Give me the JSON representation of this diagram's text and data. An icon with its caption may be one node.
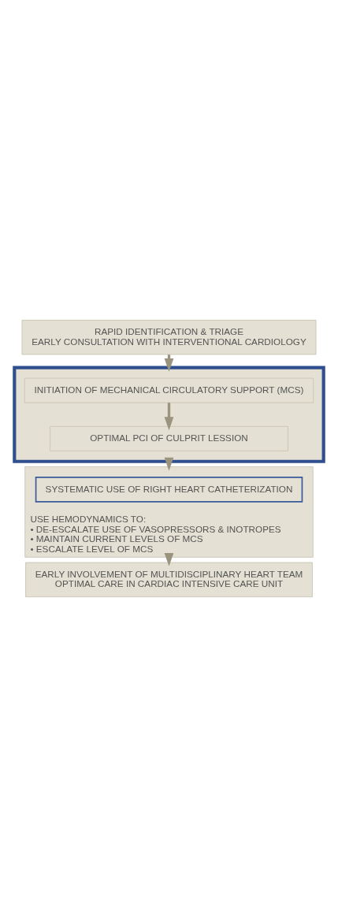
{
  "diagram": {
    "nodes": [
      {
        "text": [
          "RAPID IDENTIFICATION & TRIAGE",
          "EARLY CONSULTATION WITH INTERVENTIONAL CARDIOLOGY"
        ]
      },
      {
        "text": [],
        "shape": "box"
      },
      {
        "text": [
          "INITIATION OF MECHANICAL CIRCULATORY SUPPORT (MCS)"
        ],
        "in": 1
      },
      {
        "text": [
          "OPTIMAL PCI OF CULPRIT LESSION"
        ],
        "in": 1
      },
      {
        "text": [
          "USE HEMODYNAMICS TO:",
          "• DE-ESCALATE USE OF VASOPRESSORS & INOTROPES",
          "• MAINTAIN CURRENT LEVELS OF MCS",
          "• ESCALATE LEVEL OF MCS"
        ]
      },
      {
        "text": [
          "SYSTEMATIC USE OF RIGHT HEART CATHETERIZATION"
        ],
        "in": 4
      },
      {
        "text": [
          "EARLY INVOLVEMENT OF MULTIDISCIPLINARY HEART TEAM",
          "OPTIMAL CARE IN CARDIAC INTENSIVE CARE UNIT"
        ]
      }
    ],
    "edges": [
      {
        "from": 0,
        "to": 1,
        "arrow": "to"
      },
      {
        "from": 2,
        "to": 3,
        "arrow": "to"
      },
      {
        "from": 1,
        "to": 4,
        "arrow": "to"
      },
      {
        "from": 4,
        "to": 6,
        "arrow": "to"
      }
    ]
  }
}
